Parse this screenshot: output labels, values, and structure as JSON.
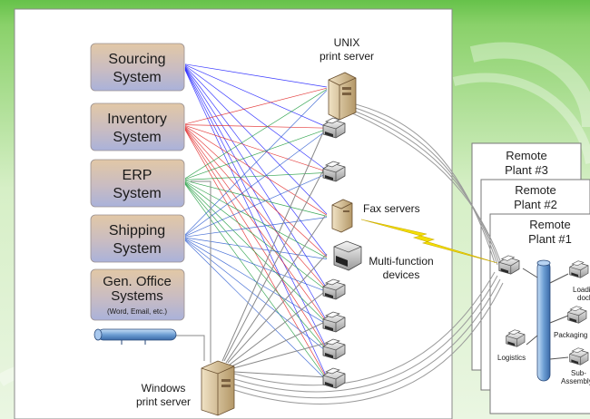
{
  "systems": [
    {
      "id": "sourcing",
      "line1": "Sourcing",
      "line2": "System"
    },
    {
      "id": "inventory",
      "line1": "Inventory",
      "line2": "System"
    },
    {
      "id": "erp",
      "line1": "ERP",
      "line2": "System"
    },
    {
      "id": "shipping",
      "line1": "Shipping",
      "line2": "System"
    },
    {
      "id": "gen-office",
      "line1": "Gen. Office",
      "line2": "Systems",
      "sub": "(Word, Email, etc.)"
    }
  ],
  "servers": {
    "unix": {
      "line1": "UNIX",
      "line2": "print server"
    },
    "windows": {
      "line1": "Windows",
      "line2": "print server"
    },
    "fax": {
      "label": "Fax servers"
    },
    "mfd": {
      "line1": "Multi-function",
      "line2": "devices"
    }
  },
  "plants": {
    "p3": {
      "line1": "Remote",
      "line2": "Plant #3"
    },
    "p2": {
      "line1": "Remote",
      "line2": "Plant #2"
    },
    "p1": {
      "line1": "Remote",
      "line2": "Plant #1"
    }
  },
  "plant_stations": {
    "loading": {
      "line1": "Loading",
      "line2": "dock"
    },
    "packaging": {
      "label": "Packaging"
    },
    "subassembly": {
      "line1": "Sub-",
      "line2": "Assembly"
    },
    "logistics": {
      "label": "Logistics"
    }
  },
  "colors": {
    "sourcing": "#1a1aff",
    "inventory": "#e02020",
    "erp": "#1a9a3a",
    "shipping": "#2a5ad0",
    "box_top": "#d8c0a0",
    "box_bottom": "#b8bcdc",
    "bus": "#6fa0d8",
    "lightning": "#f4e000"
  }
}
